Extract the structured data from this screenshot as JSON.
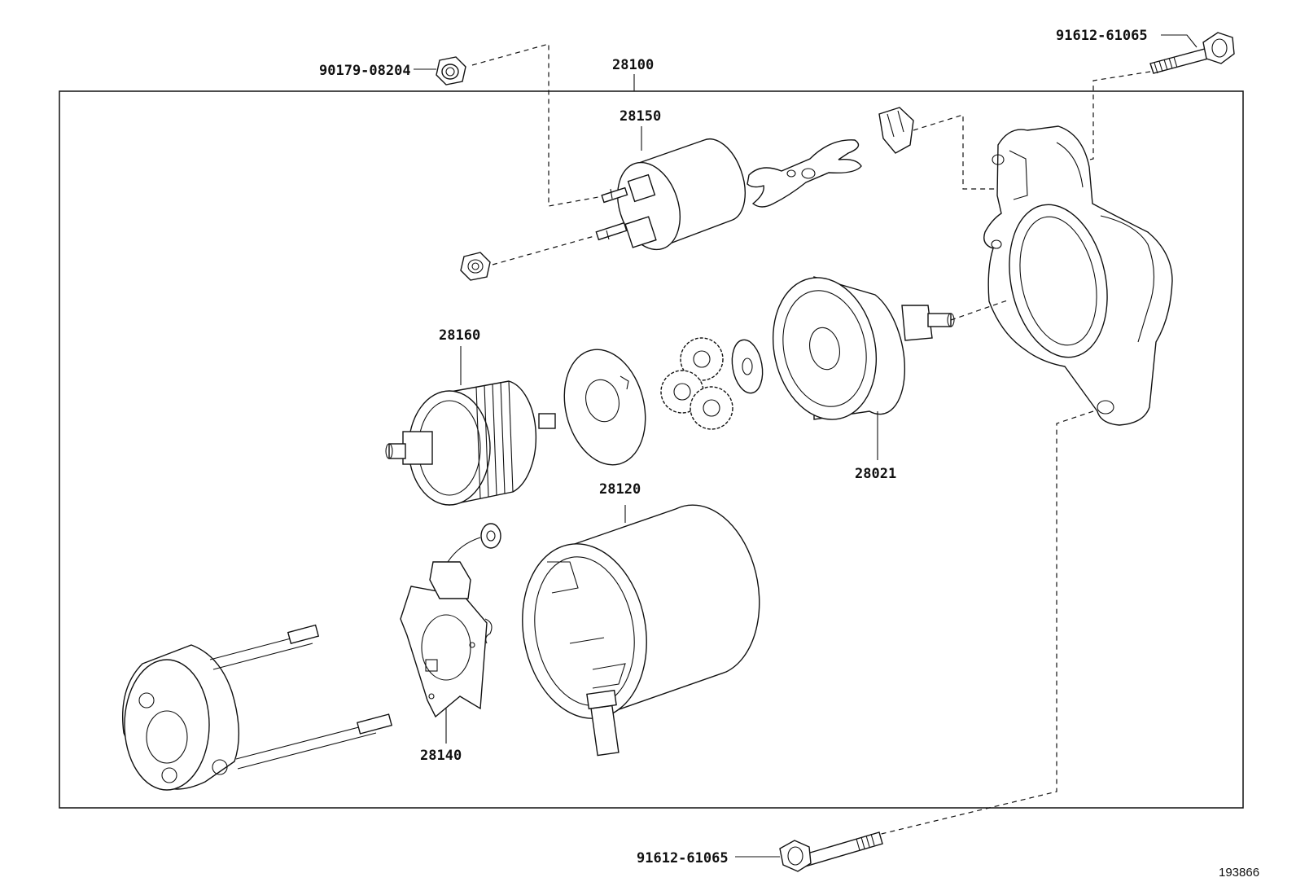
{
  "diagram": {
    "figure_number": "193866",
    "labels": {
      "p28100": "28100",
      "p28150": "28150",
      "p28160": "28160",
      "p28021": "28021",
      "p28120": "28120",
      "p28140": "28140",
      "nut_top": "90179-08204",
      "bolt_top": "91612-61065",
      "bolt_bottom": "91612-61065"
    }
  }
}
